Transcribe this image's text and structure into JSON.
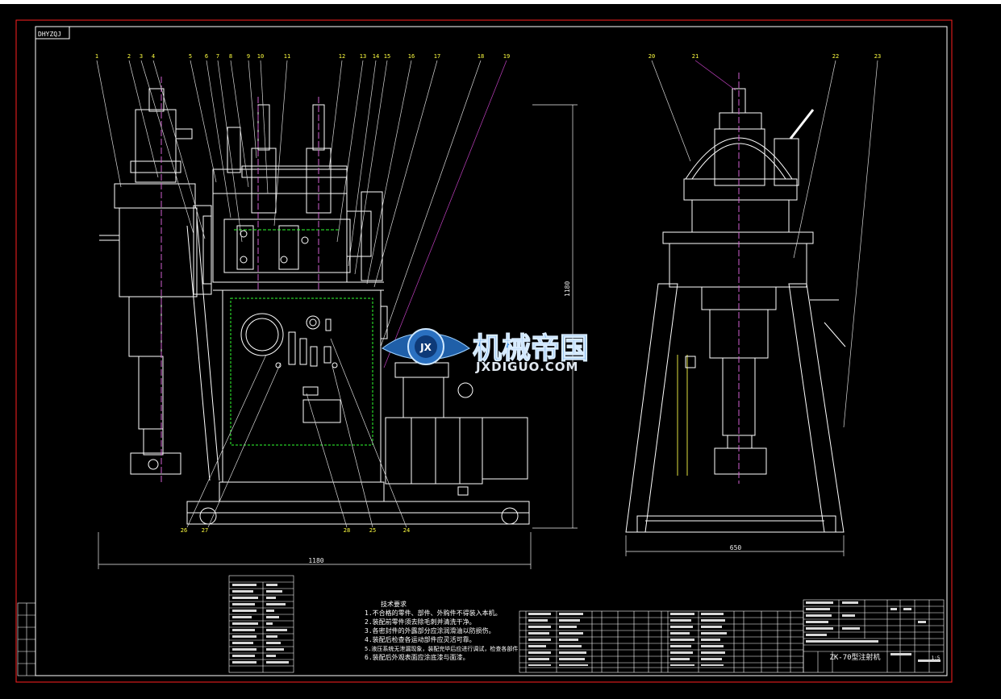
{
  "sheet": {
    "code_box": "DHYZQJ",
    "colors": {
      "background": "#000000",
      "outer_frame": "#ff2020",
      "inner_frame": "#ffffff",
      "leader": "#d8d8d8",
      "leader_alt": "#c040c0",
      "number": "#ffff40",
      "dimension": "#f0f0f0",
      "outline": "#ffffff",
      "center_line": "#d060d0",
      "hidden": "#e0e040",
      "green": "#30ff30",
      "cyan": "#40e0ff"
    }
  },
  "watermark": {
    "title": "机械帝国",
    "subtitle": "JXDIGUO.COM",
    "badge": "JX"
  },
  "part_numbers": {
    "top_left_view": [
      "1",
      "2",
      "3",
      "4",
      "5",
      "6",
      "7",
      "8",
      "9",
      "10",
      "11",
      "12",
      "13",
      "14",
      "15",
      "16",
      "17",
      "18",
      "19"
    ],
    "top_side_view": [
      "20",
      "21",
      "22",
      "23"
    ],
    "bottom": [
      "26",
      "27",
      "28",
      "25",
      "24"
    ]
  },
  "dimensions": {
    "total_width": "1180",
    "total_height": "1180",
    "side_width": "650"
  },
  "notes": {
    "heading": "技术要求",
    "lines": [
      "1.不合格的零件、部件、外购件不得装入本机。",
      "2.装配前零件须去除毛刺并清洗干净。",
      "3.各密封件的外露部分应涂润滑油以防损伤。",
      "4.装配后检查各运动部件应灵活可靠。",
      "5.液压系统无泄漏现象，装配完毕后应进行调试，检查各部件",
      "6.装配后外观表面应涂底漆与面漆。"
    ]
  },
  "title_block": {
    "title": "ZK-70型注射机",
    "scale": "1:5"
  }
}
